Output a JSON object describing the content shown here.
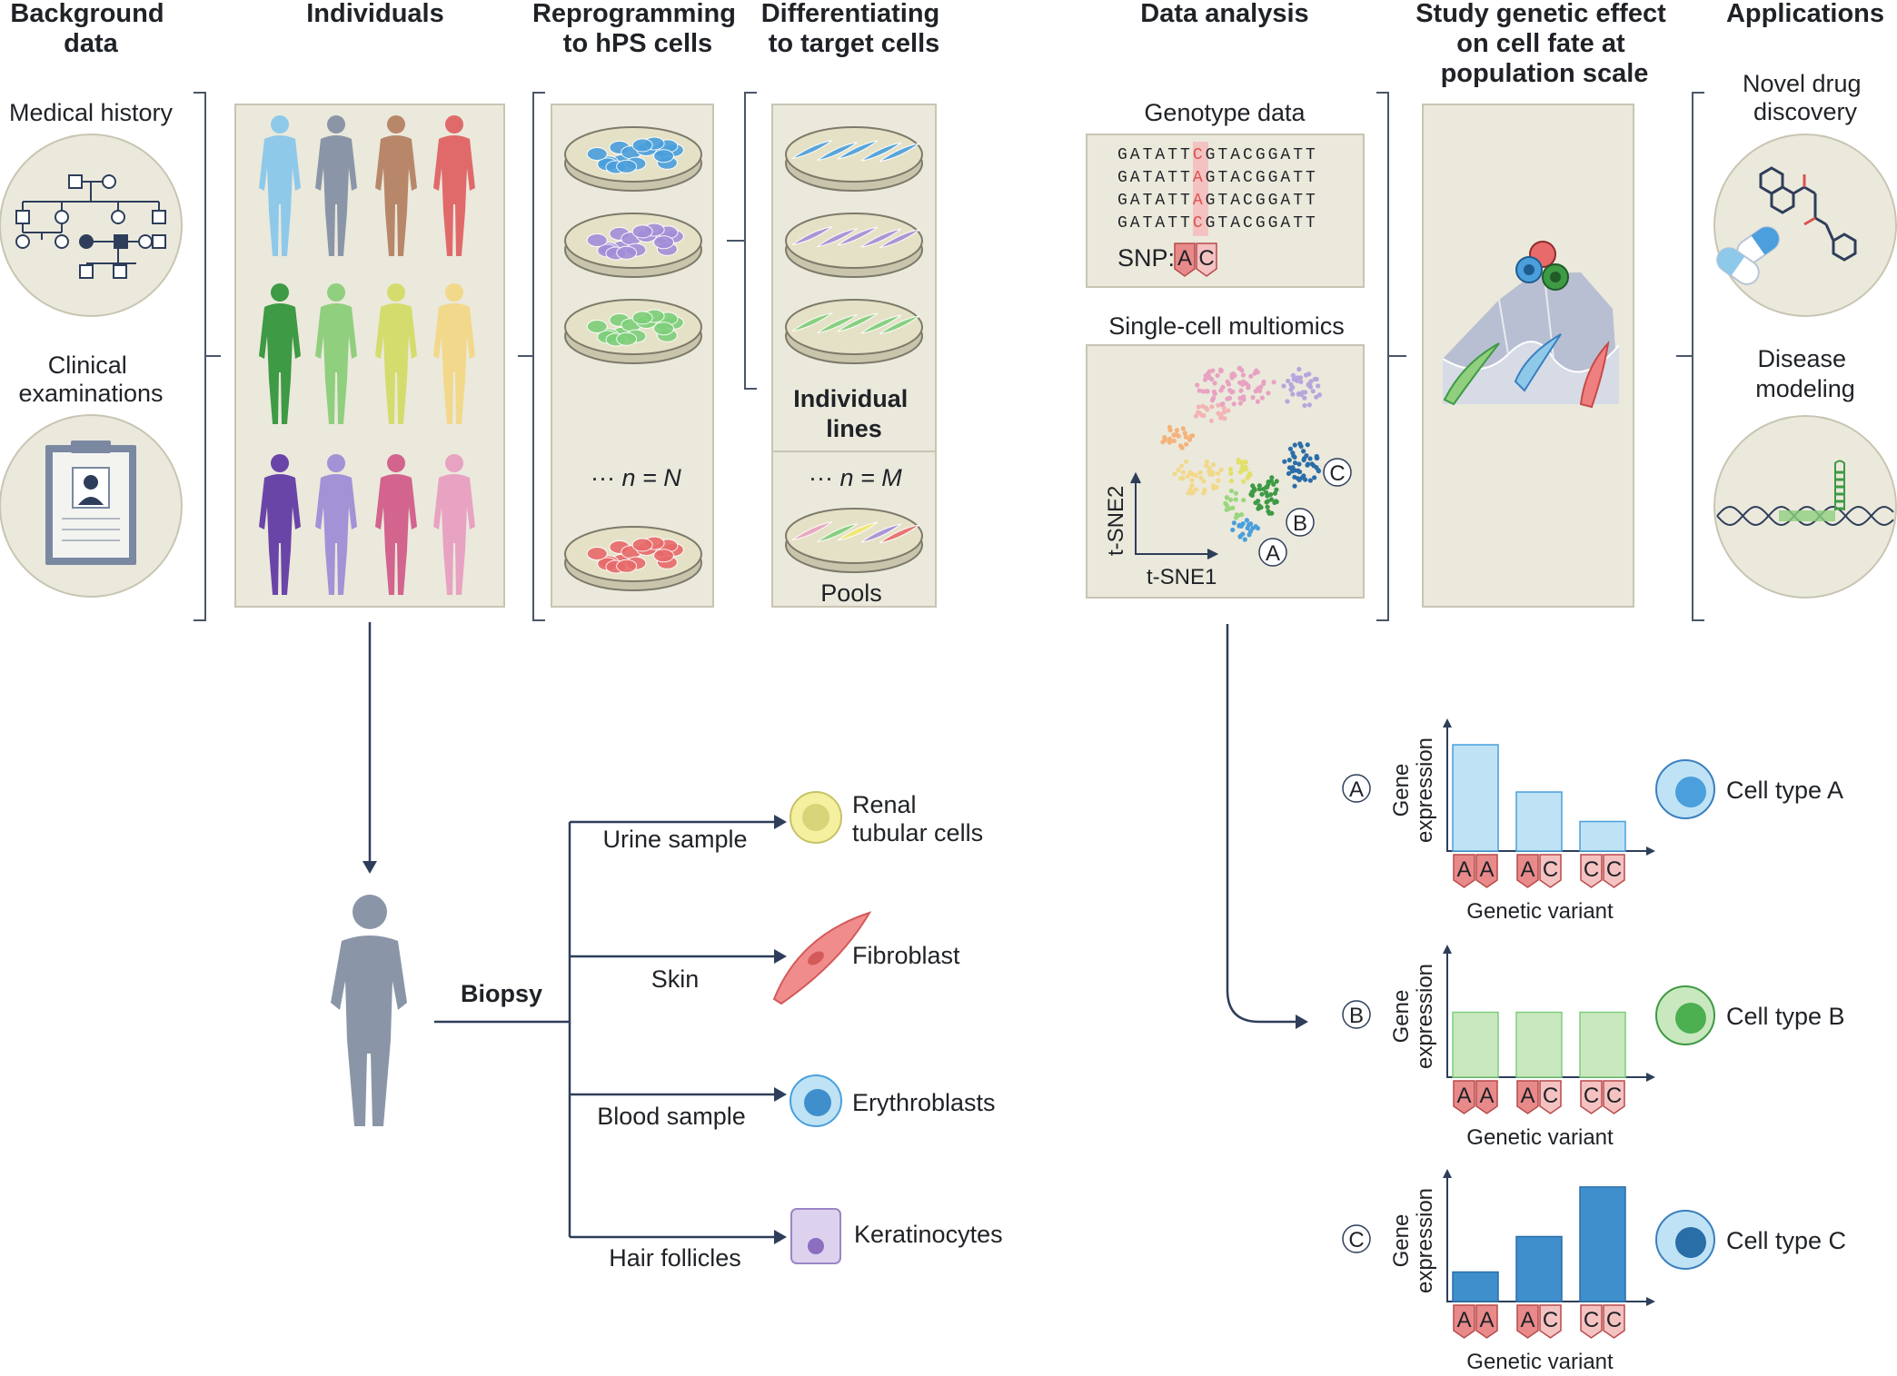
{
  "headers": {
    "background": [
      "Background",
      "data"
    ],
    "individuals": "Individuals",
    "reprogramming": [
      "Reprogramming",
      "to hPS cells"
    ],
    "differentiating": [
      "Differentiating",
      "to target cells"
    ],
    "data_analysis": "Data analysis",
    "study": [
      "Study genetic effect",
      "on cell fate at",
      "population scale"
    ],
    "applications": "Applications"
  },
  "background": {
    "medical_history": "Medical history",
    "clinical": [
      "Clinical",
      "examinations"
    ]
  },
  "individuals": {
    "colors": [
      "#8ec9ea",
      "#8a96a8",
      "#b8876a",
      "#e06a6a",
      "#3e9a44",
      "#8fcf7e",
      "#d4dc6e",
      "#f2d88a",
      "#6a45a8",
      "#a392d6",
      "#d2648e",
      "#e8a2c2"
    ]
  },
  "reprogramming": {
    "dish_colors": [
      "#4a9fdc",
      "#a28ed8",
      "#7ecf7a",
      "#e86a6a"
    ],
    "n_label": "n = N"
  },
  "differentiating": {
    "individual_lines": [
      "Individual",
      "lines"
    ],
    "m_label": "n = M",
    "pools": "Pools"
  },
  "genotype": {
    "title": "Genotype data",
    "rows": [
      {
        "left": "GATATT",
        "snp": "C",
        "right": "GTACGGATT"
      },
      {
        "left": "GATATT",
        "snp": "A",
        "right": "GTACGGATT"
      },
      {
        "left": "GATATT",
        "snp": "A",
        "right": "GTACGGATT"
      },
      {
        "left": "GATATT",
        "snp": "C",
        "right": "GTACGGATT"
      }
    ],
    "snp_label": "SNP:",
    "alleles": [
      "A",
      "C"
    ]
  },
  "multiomics": {
    "title": "Single-cell multiomics",
    "xlabel": "t-SNE1",
    "ylabel": "t-SNE2",
    "cluster_labels": [
      "A",
      "B",
      "C"
    ]
  },
  "applications": {
    "drug": [
      "Novel drug",
      "discovery"
    ],
    "disease": [
      "Disease",
      "modeling"
    ]
  },
  "biopsy": {
    "label": "Biopsy",
    "sources": [
      {
        "source": "Urine sample",
        "cell": [
          "Renal",
          "tubular cells"
        ]
      },
      {
        "source": "Skin",
        "cell": [
          "Fibroblast"
        ]
      },
      {
        "source": "Blood sample",
        "cell": [
          "Erythroblasts"
        ]
      },
      {
        "source": "Hair follicles",
        "cell": [
          "Keratinocytes"
        ]
      }
    ]
  },
  "chart_data": [
    {
      "type": "bar",
      "panel_label": "A",
      "categories": [
        "AA",
        "AC",
        "CC"
      ],
      "values": [
        0.9,
        0.5,
        0.25
      ],
      "ylabel": "Gene expression",
      "xlabel": "Genetic variant",
      "cell_type": "Cell type A",
      "color": "#bfe3f5",
      "stroke": "#4a9fdc"
    },
    {
      "type": "bar",
      "panel_label": "B",
      "categories": [
        "AA",
        "AC",
        "CC"
      ],
      "values": [
        0.55,
        0.55,
        0.55
      ],
      "ylabel": "Gene expression",
      "xlabel": "Genetic variant",
      "cell_type": "Cell type B",
      "color": "#c9e8bf",
      "stroke": "#7ecf7a"
    },
    {
      "type": "bar",
      "panel_label": "C",
      "categories": [
        "AA",
        "AC",
        "CC"
      ],
      "values": [
        0.25,
        0.55,
        0.97
      ],
      "ylabel": "Gene expression",
      "xlabel": "Genetic variant",
      "cell_type": "Cell type C",
      "color": "#3f8fcc",
      "stroke": "#2a6ea8"
    }
  ]
}
